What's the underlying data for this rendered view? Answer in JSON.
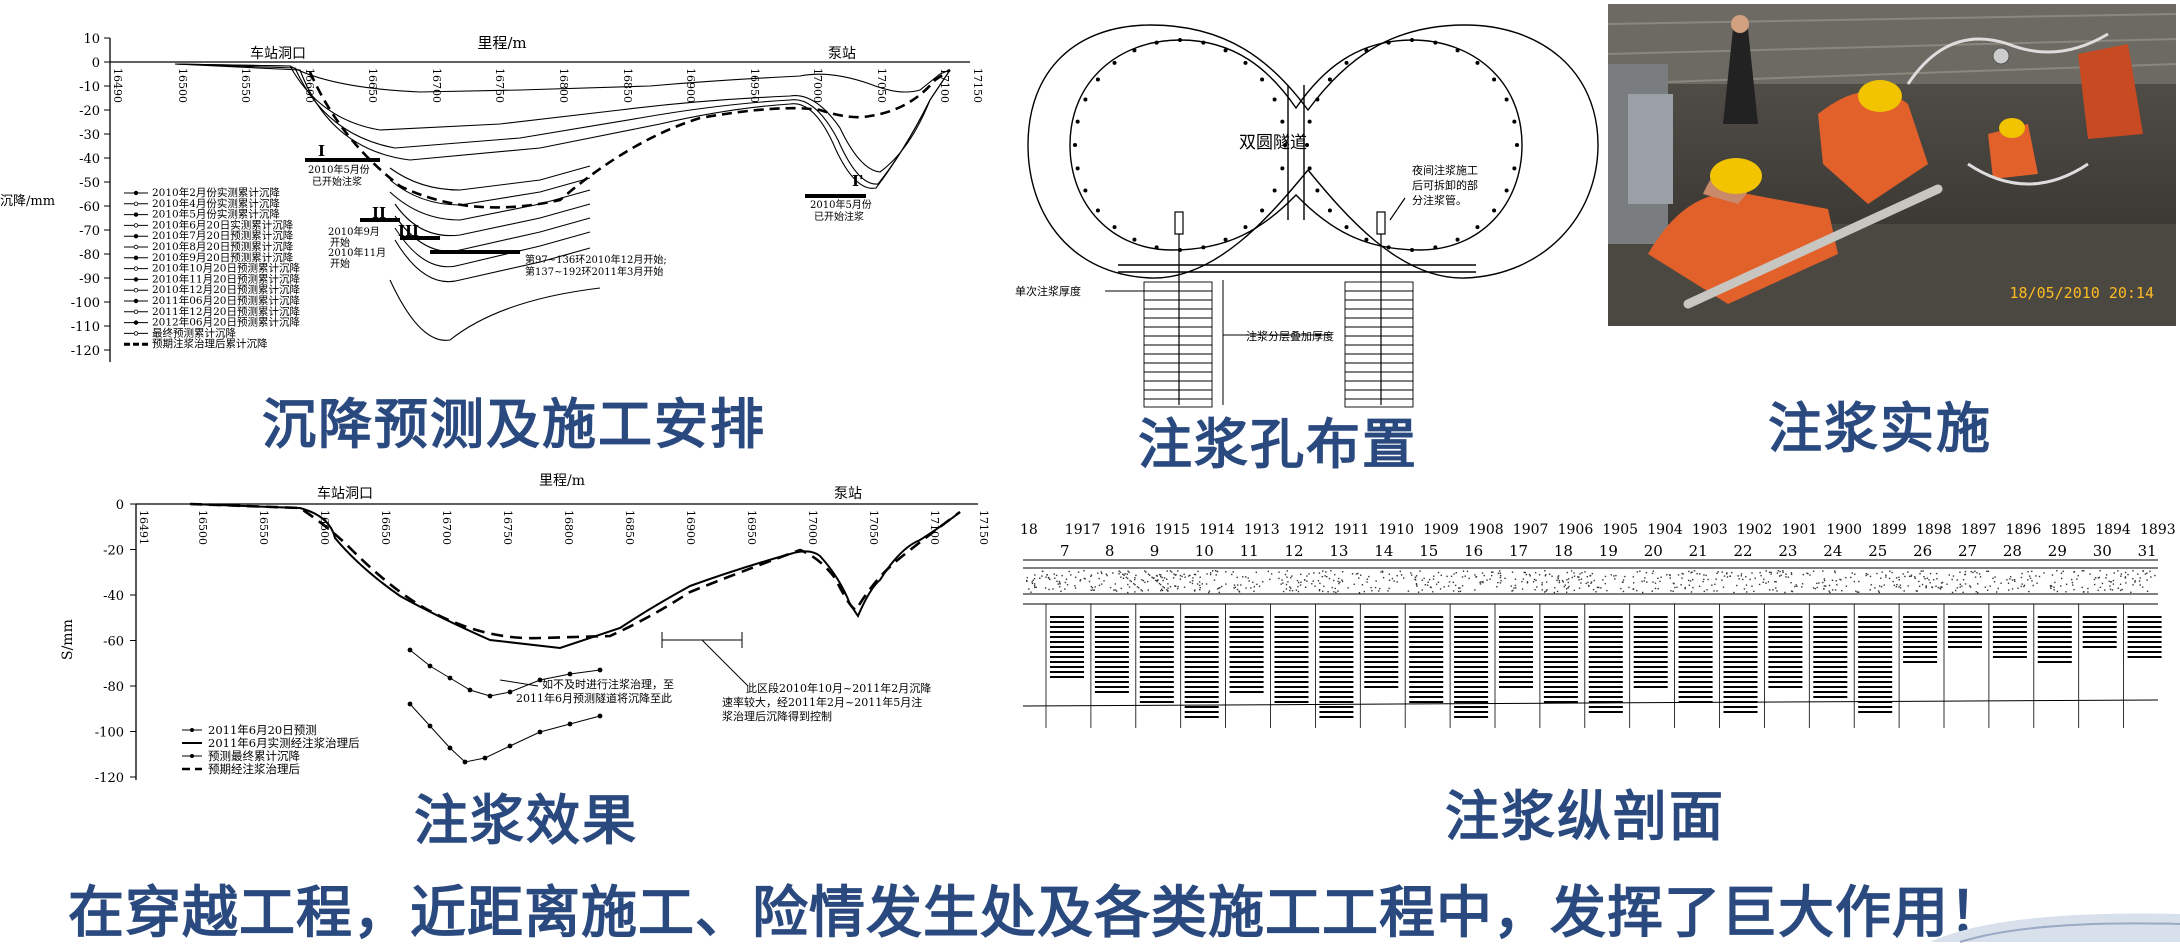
{
  "titles": {
    "settlement": "沉降预测及施工安排",
    "hole_layout": "注浆孔布置",
    "implementation": "注浆实施",
    "effect": "注浆效果",
    "profile": "注浆纵剖面"
  },
  "banner": "在穿越工程，近距离施工、险情发生处及各类施工工程中，发挥了巨大作用！",
  "chart_top": {
    "axis_top_label": "里程/m",
    "station_left": "车站洞口",
    "station_right": "泵站",
    "ylabel": "沉降/mm",
    "yticks": [
      "10",
      "0",
      "-10",
      "-20",
      "-30",
      "-40",
      "-50",
      "-60",
      "-70",
      "-80",
      "-90",
      "-100",
      "-110",
      "-120"
    ],
    "xticks": [
      "16490",
      "16500",
      "16550",
      "16600",
      "16650",
      "16700",
      "16750",
      "16800",
      "16850",
      "16900",
      "16950",
      "17000",
      "17050",
      "17100",
      "17150"
    ],
    "legend": [
      "2010年2月份实测累计沉降",
      "2010年4月份实测累计沉降",
      "2010年5月份实测累计沉降",
      "2010年6月20日实测累计沉降",
      "2010年7月20日预测累计沉降",
      "2010年8月20日预测累计沉降",
      "2010年9月20日预测累计沉降",
      "2010年10月20日预测累计沉降",
      "2010年11月20日预测累计沉降",
      "2010年12月20日预测累计沉降",
      "2011年06月20日预测累计沉降",
      "2011年12月20日预测累计沉降",
      "2012年06月20日预测累计沉降",
      "最终预测累计沉降",
      "预期注浆治理后累计沉降"
    ],
    "annotations": {
      "a1": "2010年5月份",
      "a1b": "已开始注浆",
      "a2": "2010年9月",
      "a2b": "开始",
      "a3": "2010年11月",
      "a3b": "开始",
      "a4": "第97~136环2010年12月开始;",
      "a4b": "第137~192环2011年3月开始",
      "a5": "2010年5月份",
      "a5b": "已开始注浆",
      "m1": "I",
      "m2": "II",
      "m3": "III",
      "m4": "I'"
    }
  },
  "chart_bottom": {
    "axis_top_label": "里程/m",
    "station_left": "车站洞口",
    "station_right": "泵站",
    "ylabel": "S/mm",
    "yticks": [
      "0",
      "-20",
      "-40",
      "-60",
      "-80",
      "-100",
      "-120"
    ],
    "xticks": [
      "16491",
      "16500",
      "16550",
      "16600",
      "16650",
      "16700",
      "16750",
      "16800",
      "16850",
      "16900",
      "16950",
      "17000",
      "17050",
      "17100",
      "17150"
    ],
    "legend": [
      "2011年6月20日预测",
      "2011年6月实测经注浆治理后",
      "预测最终累计沉降",
      "预期经注浆治理后"
    ],
    "note1": "如不及时进行注浆治理，至",
    "note1b": "2011年6月预测隧道将沉降至此",
    "note2": "此区段2010年10月~2011年2月沉降",
    "note2b": "速率较大，经2011年2月~2011年5月注",
    "note2c": "浆治理后沉降得到控制"
  },
  "diagram": {
    "tunnel_label": "双圆隧道",
    "note": "夜间注浆施工",
    "note_b": "后可拆卸的部",
    "note_c": "分注浆管。",
    "single_thickness": "单次注浆厚度",
    "layered": "注浆分层叠加厚度"
  },
  "profile": {
    "ring_top": [
      "18",
      "1917",
      "1916",
      "1915",
      "1914",
      "1913",
      "1912",
      "1911",
      "1910",
      "1909",
      "1908",
      "1907",
      "1906",
      "1905",
      "1904",
      "1903",
      "1902",
      "1901",
      "1900",
      "1899",
      "1898",
      "1897",
      "1896",
      "1895",
      "1894",
      "1893"
    ],
    "ring_bottom": [
      "7",
      "8",
      "9",
      "10",
      "11",
      "12",
      "13",
      "14",
      "15",
      "16",
      "17",
      "18",
      "19",
      "20",
      "21",
      "22",
      "23",
      "24",
      "25",
      "26",
      "27",
      "28",
      "29",
      "30",
      "31"
    ]
  },
  "photo": {
    "stamp": "18/05/2010 20:14"
  },
  "colors": {
    "title": "#2a4a7f",
    "photo_bg": "#3a3630",
    "worker": "#e2612a",
    "helmet": "#f2c400"
  }
}
